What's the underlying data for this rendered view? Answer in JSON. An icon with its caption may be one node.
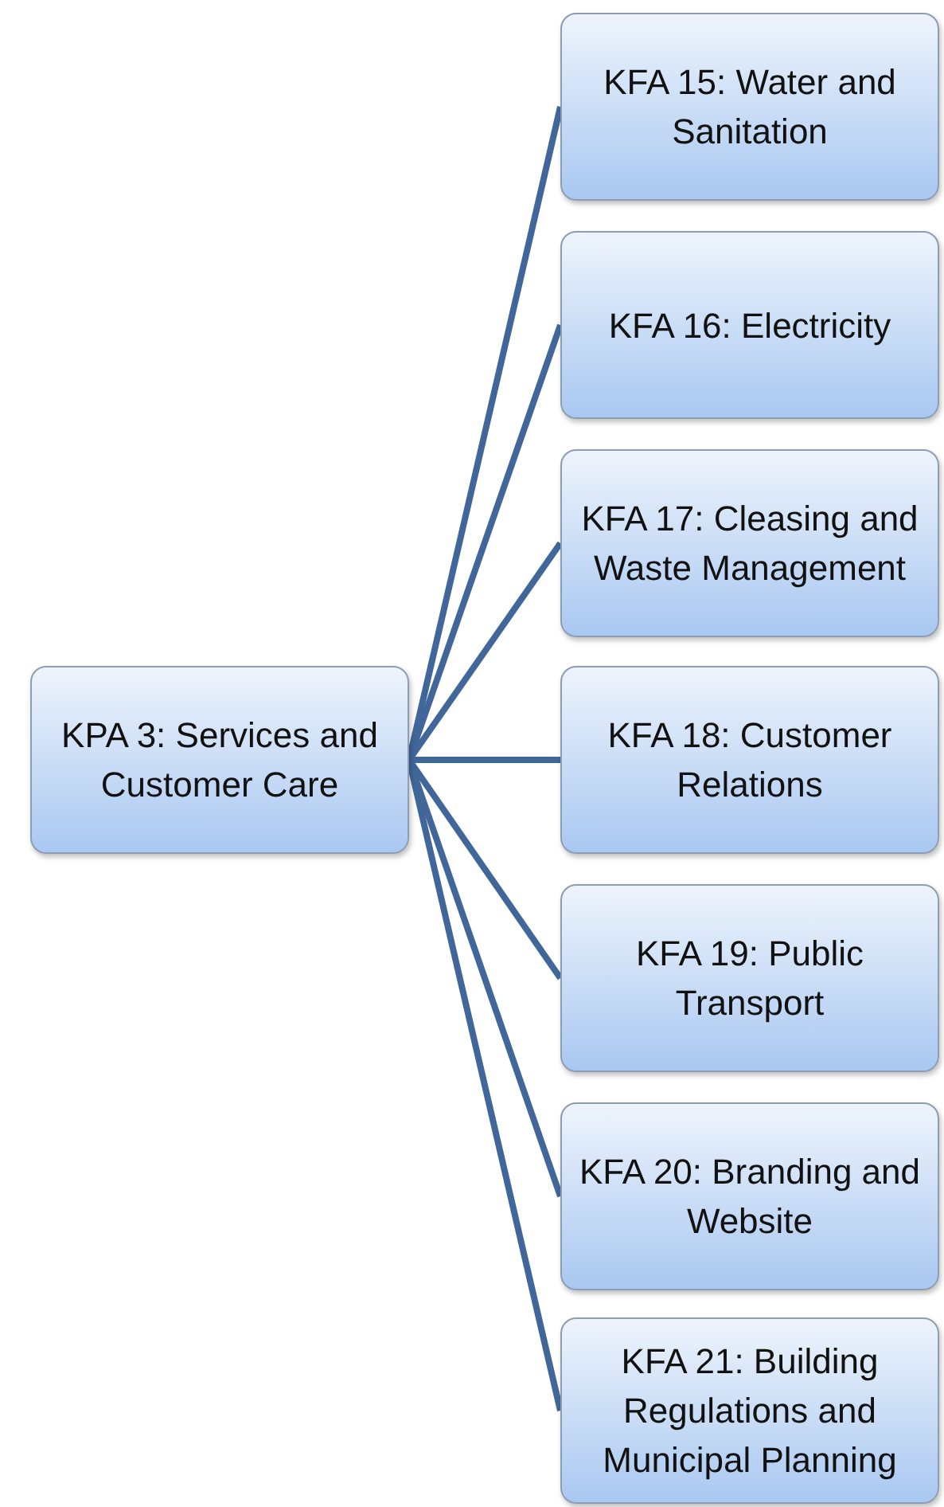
{
  "diagram": {
    "nodes": [
      {
        "text": [
          "KPA 3: Services and Customer Care"
        ]
      },
      {
        "text": [
          "KFA 15: Water and Sanitation"
        ]
      },
      {
        "text": [
          "KFA 16: Electricity"
        ]
      },
      {
        "text": [
          "KFA 17: Cleasing and Waste Management"
        ]
      },
      {
        "text": [
          "KFA 18: Customer Relations"
        ]
      },
      {
        "text": [
          "KFA 19: Public Transport"
        ]
      },
      {
        "text": [
          "KFA 20: Branding and Website"
        ]
      },
      {
        "text": [
          "KFA 21: Building Regulations and Municipal Planning"
        ]
      }
    ],
    "edges": [
      {
        "from": 0,
        "to": 1,
        "arrow": "none"
      },
      {
        "from": 0,
        "to": 2,
        "arrow": "none"
      },
      {
        "from": 0,
        "to": 3,
        "arrow": "none"
      },
      {
        "from": 0,
        "to": 4,
        "arrow": "none"
      },
      {
        "from": 0,
        "to": 5,
        "arrow": "none"
      },
      {
        "from": 0,
        "to": 6,
        "arrow": "none"
      },
      {
        "from": 0,
        "to": 7,
        "arrow": "none"
      }
    ]
  }
}
